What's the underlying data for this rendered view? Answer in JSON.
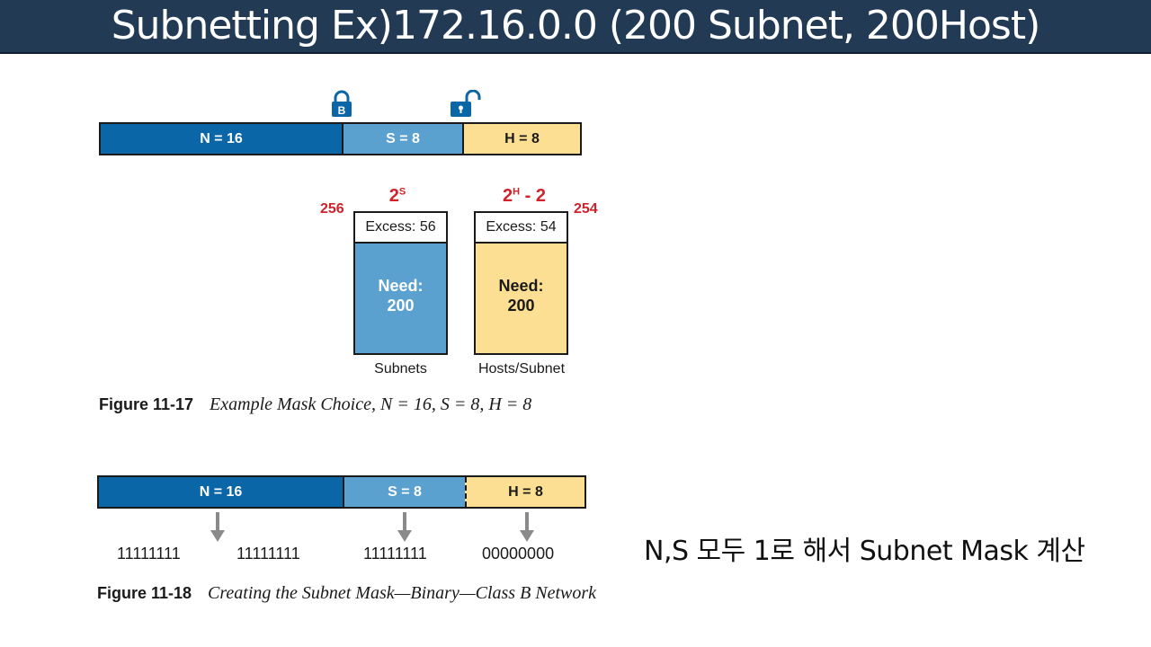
{
  "title": "Subnetting  Ex)172.16.0.0 (200 Subnet, 200Host)",
  "figure17": {
    "bar": {
      "n": "N = 16",
      "s": "S = 8",
      "h": "H = 8"
    },
    "subnet_formula_base": "2",
    "subnet_formula_sup": "S",
    "host_formula_base": "2",
    "host_formula_sup": "H",
    "host_formula_tail": " - 2",
    "subnet_total": "256",
    "host_total": "254",
    "subnet_excess": "Excess: 56",
    "host_excess": "Excess: 54",
    "subnet_need_label": "Need:",
    "subnet_need_value": "200",
    "host_need_label": "Need:",
    "host_need_value": "200",
    "subnet_caption": "Subnets",
    "host_caption": "Hosts/Subnet",
    "lock_letter": "B",
    "caption_number": "Figure 11-17",
    "caption_text": "Example Mask Choice, N = 16, S = 8, H = 8"
  },
  "figure18": {
    "bar": {
      "n": "N = 16",
      "s": "S = 8",
      "h": "H = 8"
    },
    "octets": [
      "11111111",
      "11111111",
      "11111111",
      "00000000"
    ],
    "caption_number": "Figure 11-18",
    "caption_text": "Creating the Subnet Mask—Binary—Class B Network"
  },
  "note": "N,S 모두 1로 해서 Subnet Mask 계산",
  "colors": {
    "title_bg": "#233a55",
    "network": "#0b66a8",
    "subnet": "#5ba1cf",
    "host": "#fcdf92",
    "highlight": "#d0222a",
    "arrow": "#8a8a8a"
  },
  "icons": [
    "locked-padlock-icon",
    "unlocked-padlock-icon",
    "down-arrow-icon"
  ]
}
